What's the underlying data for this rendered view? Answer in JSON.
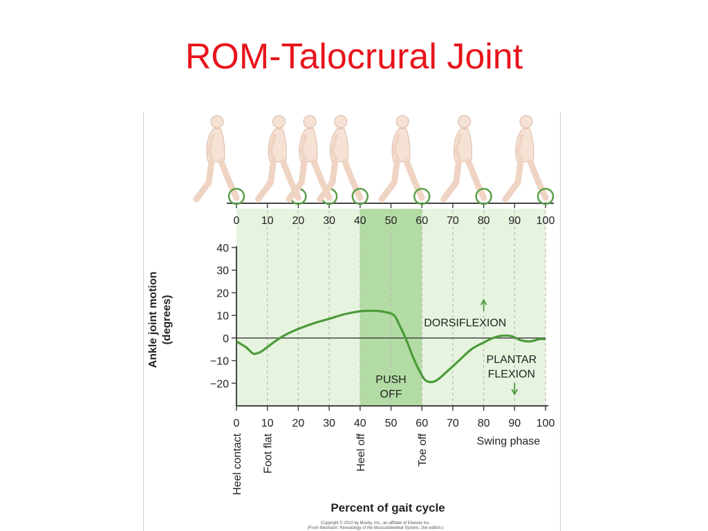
{
  "slide": {
    "title": "ROM-Talocrural Joint",
    "title_color": "#e8141b"
  },
  "colors": {
    "curve": "#4c9a3a",
    "band_light": "#e6f4df",
    "band_dark": "#b3dca4",
    "arrow": "#4c9a3a",
    "circle": "#5aa048"
  },
  "chart_data": {
    "type": "line",
    "title": "",
    "xlabel": "Percent of gait cycle",
    "ylabel": "Ankle joint motion (degrees)",
    "xlim": [
      0,
      100
    ],
    "ylim": [
      -30,
      40
    ],
    "x_ticks": [
      0,
      10,
      20,
      30,
      40,
      50,
      60,
      70,
      80,
      90,
      100
    ],
    "y_ticks": [
      40,
      30,
      20,
      10,
      0,
      -10,
      -20
    ],
    "y_tick_labels": [
      "40",
      "30",
      "20",
      "10",
      "0",
      "−10",
      "−20"
    ],
    "series": [
      {
        "x": [
          0,
          3,
          5,
          6,
          8,
          10,
          13,
          16,
          20,
          25,
          30,
          35,
          40,
          45,
          48,
          51,
          53,
          55,
          57,
          59,
          61,
          63,
          65,
          68,
          72,
          76,
          80,
          83,
          86,
          89,
          92,
          95,
          98,
          100
        ],
        "y": [
          -1.5,
          -4,
          -6.5,
          -7,
          -6,
          -4,
          -1,
          1.5,
          4,
          6.5,
          8.5,
          10.5,
          11.8,
          12,
          11.5,
          10,
          5,
          -1,
          -8,
          -14,
          -18.5,
          -19.5,
          -18.5,
          -15,
          -10,
          -5,
          -2,
          0,
          1,
          0.8,
          -1,
          -1.5,
          -0.5,
          -0.5
        ]
      }
    ],
    "push_off_range": [
      40,
      60
    ],
    "dashed_lines_x": [
      10,
      20,
      30,
      40,
      50,
      60,
      70,
      80,
      90,
      100
    ],
    "events": [
      {
        "x": 0,
        "label": "Heel contact"
      },
      {
        "x": 10,
        "label": "Foot flat"
      },
      {
        "x": 40,
        "label": "Heel off"
      },
      {
        "x": 60,
        "label": "Toe off"
      }
    ],
    "annotations": {
      "push_off": [
        "PUSH",
        "OFF"
      ],
      "dorsiflexion": "DORSIFLEXION",
      "plantar_flexion": [
        "PLANTAR",
        "FLEXION"
      ],
      "swing_phase": "Swing phase"
    },
    "walker_positions": [
      0,
      20,
      30,
      40,
      60,
      80,
      100
    ],
    "copyright": [
      "Copyright © 2010 by Mosby, Inc., an affiliate of Elsevier Inc.",
      "(From Neumann: Kinesiology of the Musculoskeletal System, 2nd edition.)"
    ]
  }
}
